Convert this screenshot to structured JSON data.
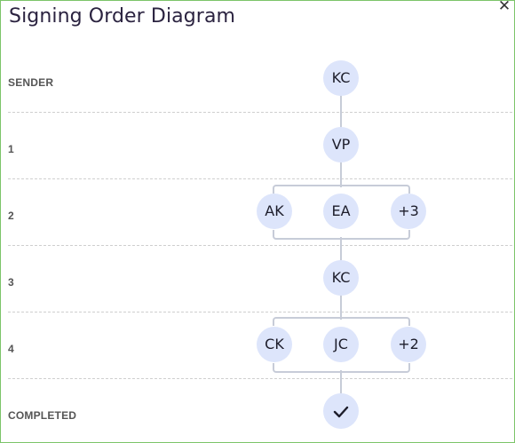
{
  "dialog": {
    "title": "Signing Order Diagram",
    "close_icon": "close-icon"
  },
  "rows": [
    {
      "label": "SENDER",
      "nodes": [
        "KC"
      ]
    },
    {
      "label": "1",
      "nodes": [
        "VP"
      ]
    },
    {
      "label": "2",
      "nodes": [
        "AK",
        "EA",
        "+3"
      ]
    },
    {
      "label": "3",
      "nodes": [
        "KC"
      ]
    },
    {
      "label": "4",
      "nodes": [
        "CK",
        "JC",
        "+2"
      ]
    },
    {
      "label": "COMPLETED",
      "nodes": [],
      "icon": "checkmark-icon"
    }
  ],
  "colors": {
    "node_fill": "#dde5fb",
    "connector": "#c7ccd8",
    "border": "#7cc46a"
  }
}
